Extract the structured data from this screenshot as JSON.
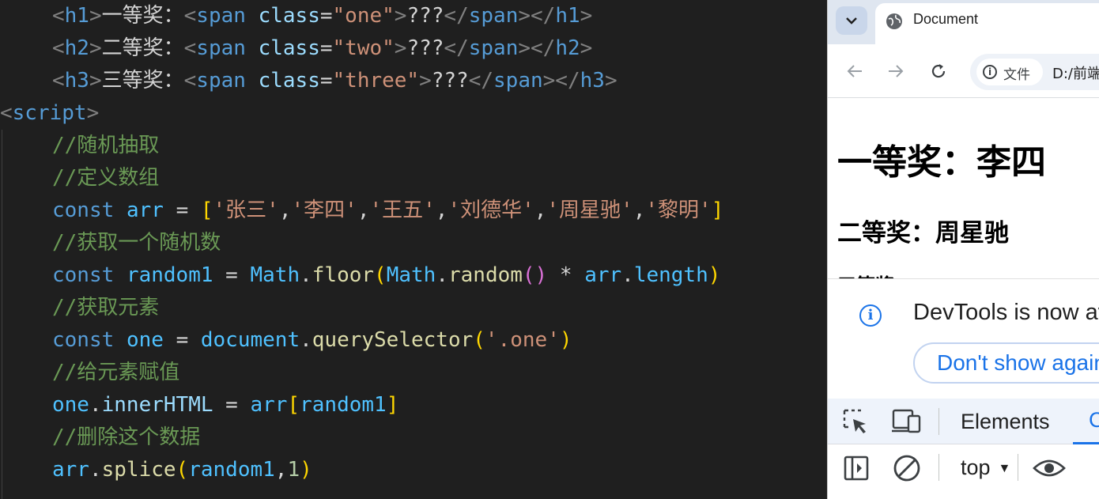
{
  "editor": {
    "lines": {
      "l1": {
        "t1": "<",
        "tag": "h1",
        "t2": ">",
        "text": "一等奖：",
        "t3": "<",
        "span": "span",
        "attr": "class",
        "eq": "=",
        "val": "\"one\"",
        "t4": ">",
        "content": "???",
        "t5": "</",
        "span_close": "span",
        "t6": "></",
        "tag_close": "h1",
        "t7": ">"
      },
      "l2": {
        "t1": "<",
        "tag": "h2",
        "t2": ">",
        "text": "二等奖：",
        "t3": "<",
        "span": "span",
        "attr": "class",
        "eq": "=",
        "val": "\"two\"",
        "t4": ">",
        "content": "???",
        "t5": "</",
        "span_close": "span",
        "t6": "></",
        "tag_close": "h2",
        "t7": ">"
      },
      "l3": {
        "t1": "<",
        "tag": "h3",
        "t2": ">",
        "text": "三等奖：",
        "t3": "<",
        "span": "span",
        "attr": "class",
        "eq": "=",
        "val": "\"three\"",
        "t4": ">",
        "content": "???",
        "t5": "</",
        "span_close": "span",
        "t6": "></",
        "tag_close": "h3",
        "t7": ">"
      },
      "l4": {
        "t1": "<",
        "tag": "script",
        "t2": ">"
      },
      "l5": {
        "comment": "//随机抽取"
      },
      "l6": {
        "comment": "//定义数组"
      },
      "l7": {
        "kw": "const",
        "var": "arr",
        "op": "=",
        "open": "[",
        "s1": "'张三'",
        "s2": "'李四'",
        "s3": "'王五'",
        "s4": "'刘德华'",
        "s5": "'周星驰'",
        "s6": "'黎明'",
        "close": "]",
        "comma": ","
      },
      "l8": {
        "comment": "//获取一个随机数"
      },
      "l9": {
        "kw": "const",
        "var": "random1",
        "op": "=",
        "obj1": "Math",
        "dot": ".",
        "fn1": "floor",
        "p1": "(",
        "obj2": "Math",
        "fn2": "random",
        "p2": "()",
        "mul": "*",
        "obj3": "arr",
        "prop": "length",
        "p3": ")"
      },
      "l10": {
        "comment": "//获取元素"
      },
      "l11": {
        "kw": "const",
        "var": "one",
        "op": "=",
        "obj": "document",
        "dot": ".",
        "fn": "querySelector",
        "p1": "(",
        "str": "'.one'",
        "p2": ")"
      },
      "l12": {
        "comment": "//给元素赋值"
      },
      "l13": {
        "obj": "one",
        "dot": ".",
        "prop": "innerHTML",
        "op": "=",
        "arr": "arr",
        "b1": "[",
        "idx": "random1",
        "b2": "]"
      },
      "l14": {
        "comment": "//删除这个数据"
      },
      "l15": {
        "obj": "arr",
        "dot": ".",
        "fn": "splice",
        "p1": "(",
        "a1": "random1",
        "comma": ",",
        "a2": "1",
        "p2": ")"
      }
    }
  },
  "browser": {
    "tab_title": "Document",
    "tab_menu_icon": "chevron-down-icon",
    "omnibox": {
      "chip_label": "文件",
      "url": "D:/前端"
    },
    "page": {
      "h1": "一等奖：李四",
      "h2": "二等奖：周星驰",
      "h3": "三等奖："
    },
    "devtools": {
      "banner_text": "DevTools is now available in Chinese",
      "dont_show_label": "Don't show again",
      "tab_elements": "Elements",
      "tab_console": "Console",
      "context": "top"
    },
    "colors": {
      "accent": "#1a73e8",
      "editor_bg": "#1f1f1f",
      "tabstrip_bg": "#dfe6f0"
    }
  }
}
